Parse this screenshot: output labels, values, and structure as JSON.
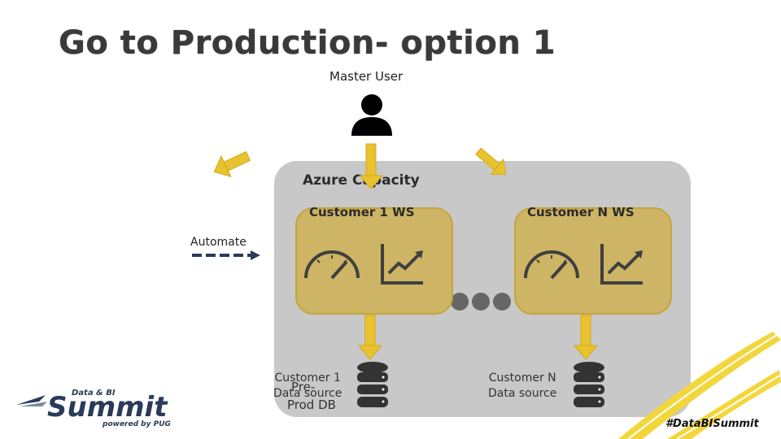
{
  "title": "Go to Production- option 1",
  "master_user": {
    "label": "Master User"
  },
  "capacity": {
    "label": "Azure Capacity"
  },
  "workspaces": [
    {
      "label": "Customer 1 WS"
    },
    {
      "label": "Customer N WS"
    }
  ],
  "datasources": [
    {
      "line1": "Customer 1",
      "line2": "Data source",
      "overlay_top": "Pre-",
      "overlay_bottom": "Prod DB"
    },
    {
      "line1": "Customer N",
      "line2": "Data source"
    }
  ],
  "automate": {
    "label": "Automate"
  },
  "logo": {
    "top": "Data & BI",
    "main": "Summit",
    "sub": "powered by PUG"
  },
  "hashtag": "#DataBISummit",
  "colors": {
    "arrow": "#e8c22f",
    "workspace": "#cdb565",
    "capacity": "#c8c8c8",
    "icon": "#3f3f3f"
  }
}
